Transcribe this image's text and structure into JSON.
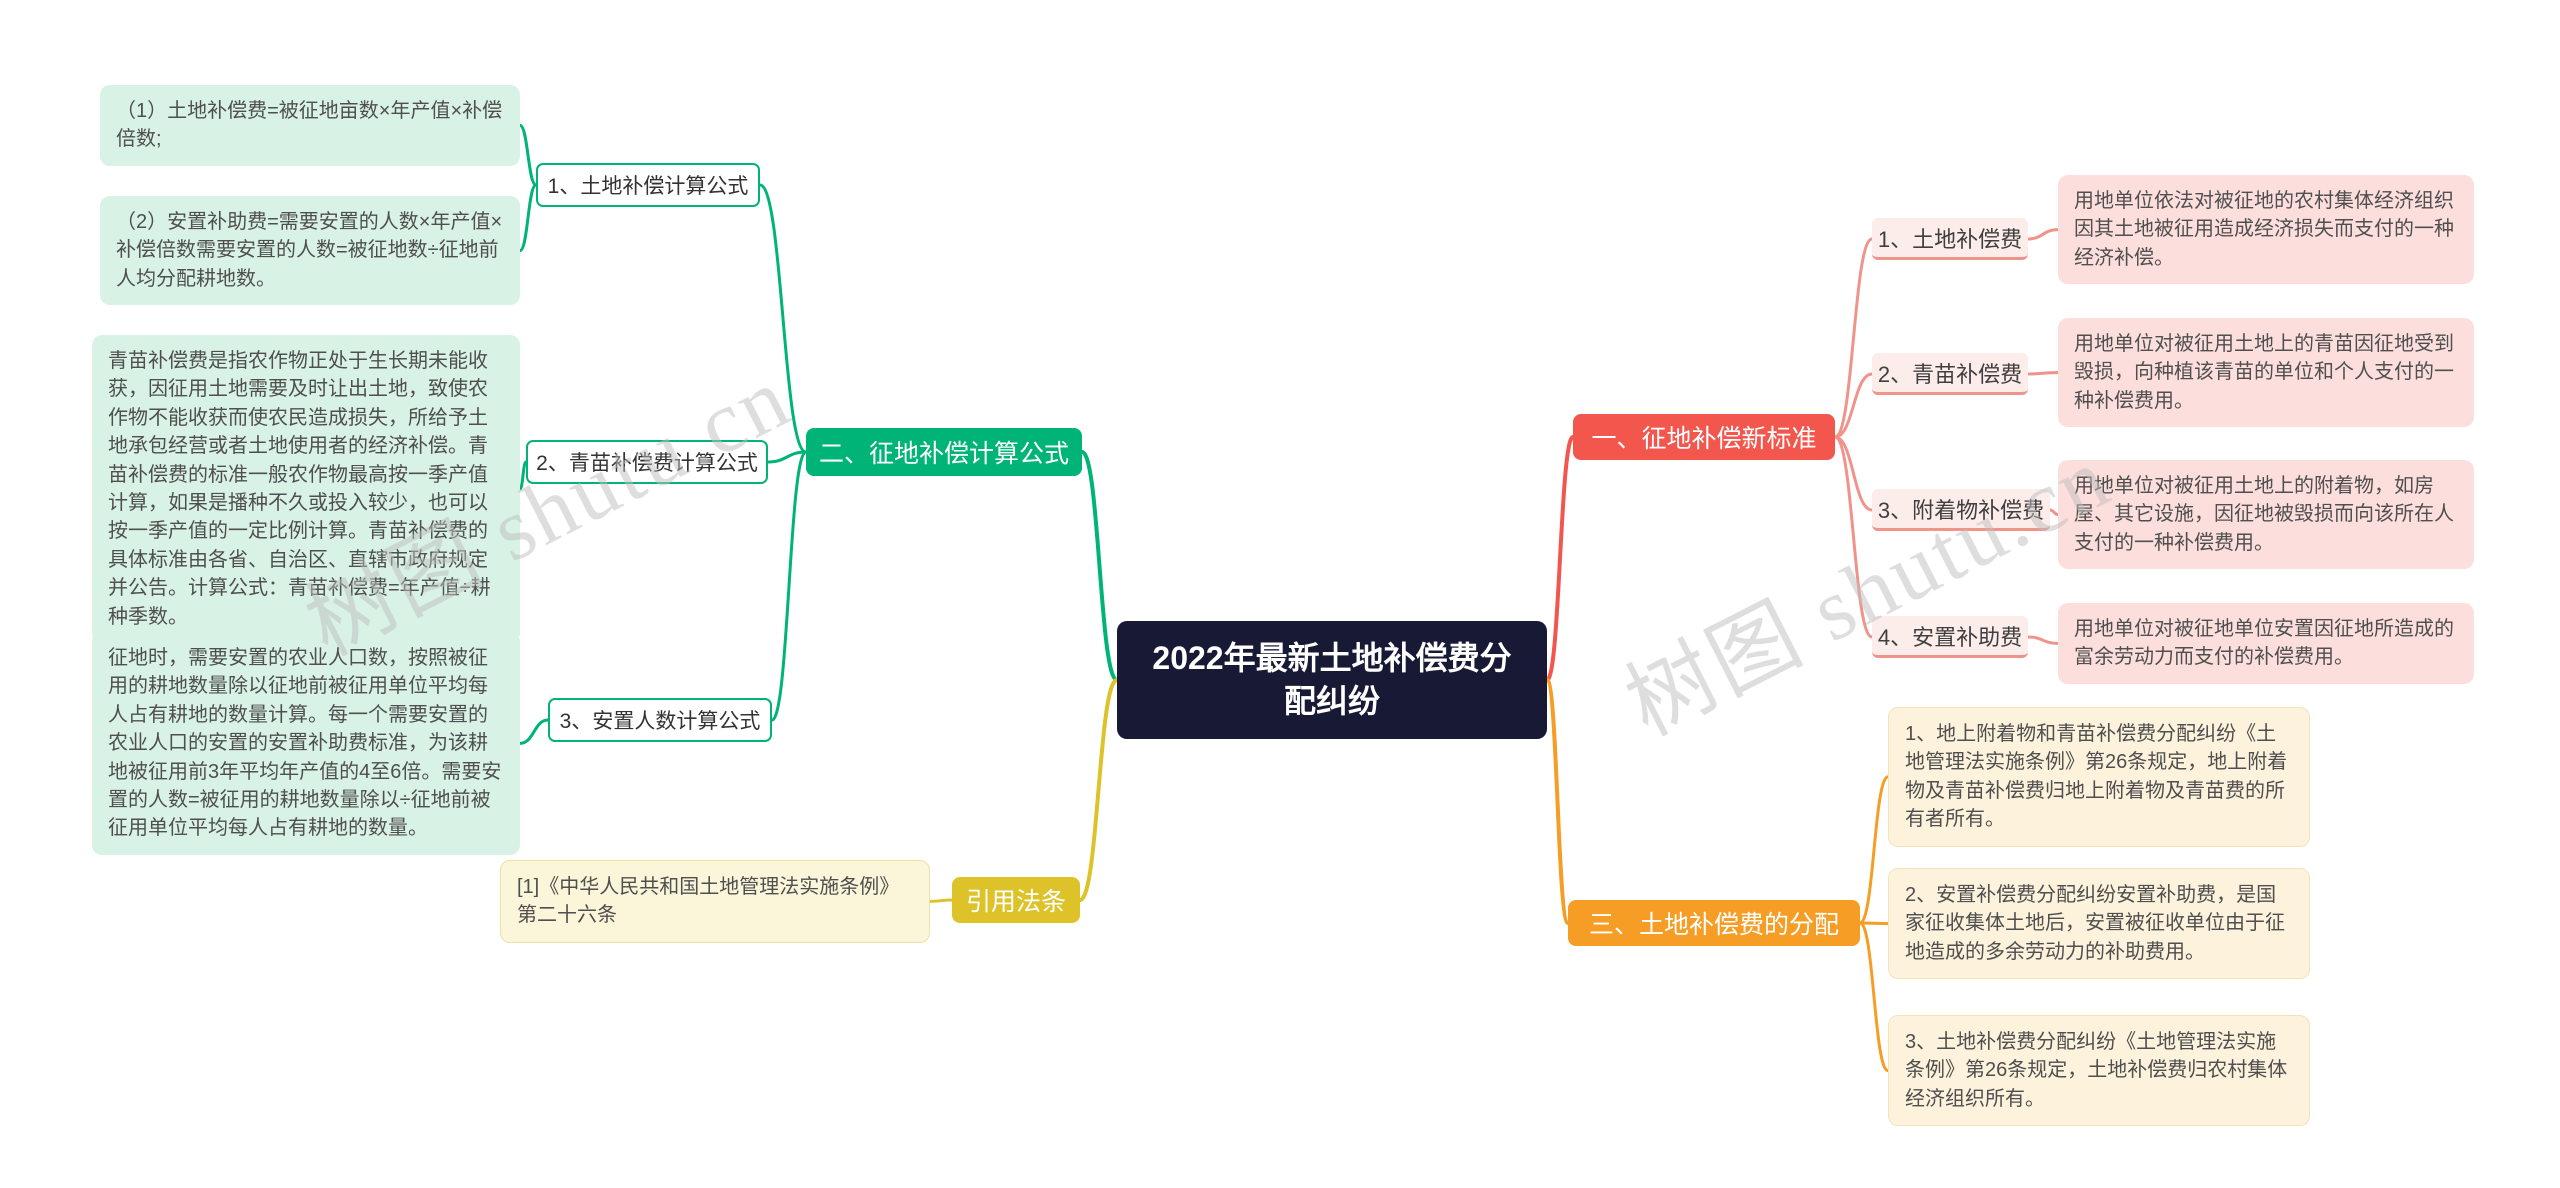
{
  "watermark": {
    "text": "树图 shutu.cn"
  },
  "root": {
    "title": "2022年最新土地补偿费分配纠纷"
  },
  "left": {
    "formula_branch": {
      "label": "二、征地补偿计算公式",
      "children": [
        {
          "label": "1、土地补偿计算公式",
          "leaves": [
            "（1）土地补偿费=被征地亩数×年产值×补偿倍数;",
            "（2）安置补助费=需要安置的人数×年产值×补偿倍数需要安置的人数=被征地数÷征地前人均分配耕地数。"
          ]
        },
        {
          "label": "2、青苗补偿费计算公式",
          "leaves": [
            "青苗补偿费是指农作物正处于生长期未能收获，因征用土地需要及时让出土地，致使农作物不能收获而使农民造成损失，所给予土地承包经营或者土地使用者的经济补偿。青苗补偿费的标准一般农作物最高按一季产值计算，如果是播种不久或投入较少，也可以按一季产值的一定比例计算。青苗补偿费的具体标准由各省、自治区、直辖市政府规定并公告。计算公式：青苗补偿费=年产值÷耕种季数。"
          ]
        },
        {
          "label": "3、安置人数计算公式",
          "leaves": [
            "征地时，需要安置的农业人口数，按照被征用的耕地数量除以征地前被征用单位平均每人占有耕地的数量计算。每一个需要安置的农业人口的安置的安置补助费标准，为该耕地被征用前3年平均年产值的4至6倍。需要安置的人数=被征用的耕地数量除以÷征地前被征用单位平均每人占有耕地的数量。"
          ]
        }
      ]
    },
    "law_branch": {
      "label": "引用法条",
      "leaves": [
        "[1]《中华人民共和国土地管理法实施条例》第二十六条"
      ]
    }
  },
  "right": {
    "standard_branch": {
      "label": "一、征地补偿新标准",
      "children": [
        {
          "label": "1、土地补偿费",
          "leaf": "用地单位依法对被征地的农村集体经济组织因其土地被征用造成经济损失而支付的一种经济补偿。"
        },
        {
          "label": "2、青苗补偿费",
          "leaf": "用地单位对被征用土地上的青苗因征地受到毁损，向种植该青苗的单位和个人支付的一种补偿费用。"
        },
        {
          "label": "3、附着物补偿费",
          "leaf": "用地单位对被征用土地上的附着物，如房屋、其它设施，因征地被毁损而向该所在人支付的一种补偿费用。"
        },
        {
          "label": "4、安置补助费",
          "leaf": "用地单位对被征地单位安置因征地所造成的富余劳动力而支付的补偿费用。"
        }
      ]
    },
    "distribution_branch": {
      "label": "三、土地补偿费的分配",
      "leaves": [
        "1、地上附着物和青苗补偿费分配纠纷《土地管理法实施条例》第26条规定，地上附着物及青苗补偿费归地上附着物及青苗费的所有者所有。",
        "2、安置补偿费分配纠纷安置补助费，是国家征收集体土地后，安置被征收单位由于征地造成的多余劳动力的补助费用。",
        "3、土地补偿费分配纠纷《土地管理法实施条例》第26条规定，土地补偿费归农村集体经济组织所有。"
      ]
    }
  },
  "colors": {
    "dark": "#171935",
    "green": "#00b478",
    "mint": "#d9f2e6",
    "yellow": "#ddc22a",
    "light_yellow": "#fbf6d9",
    "red": "#f2564d",
    "pink_line": "#f0938a",
    "pink": "#fcdfdd",
    "pink_bg": "#fcecea",
    "orange": "#f59d25",
    "light_orange": "#fdf2dc"
  }
}
